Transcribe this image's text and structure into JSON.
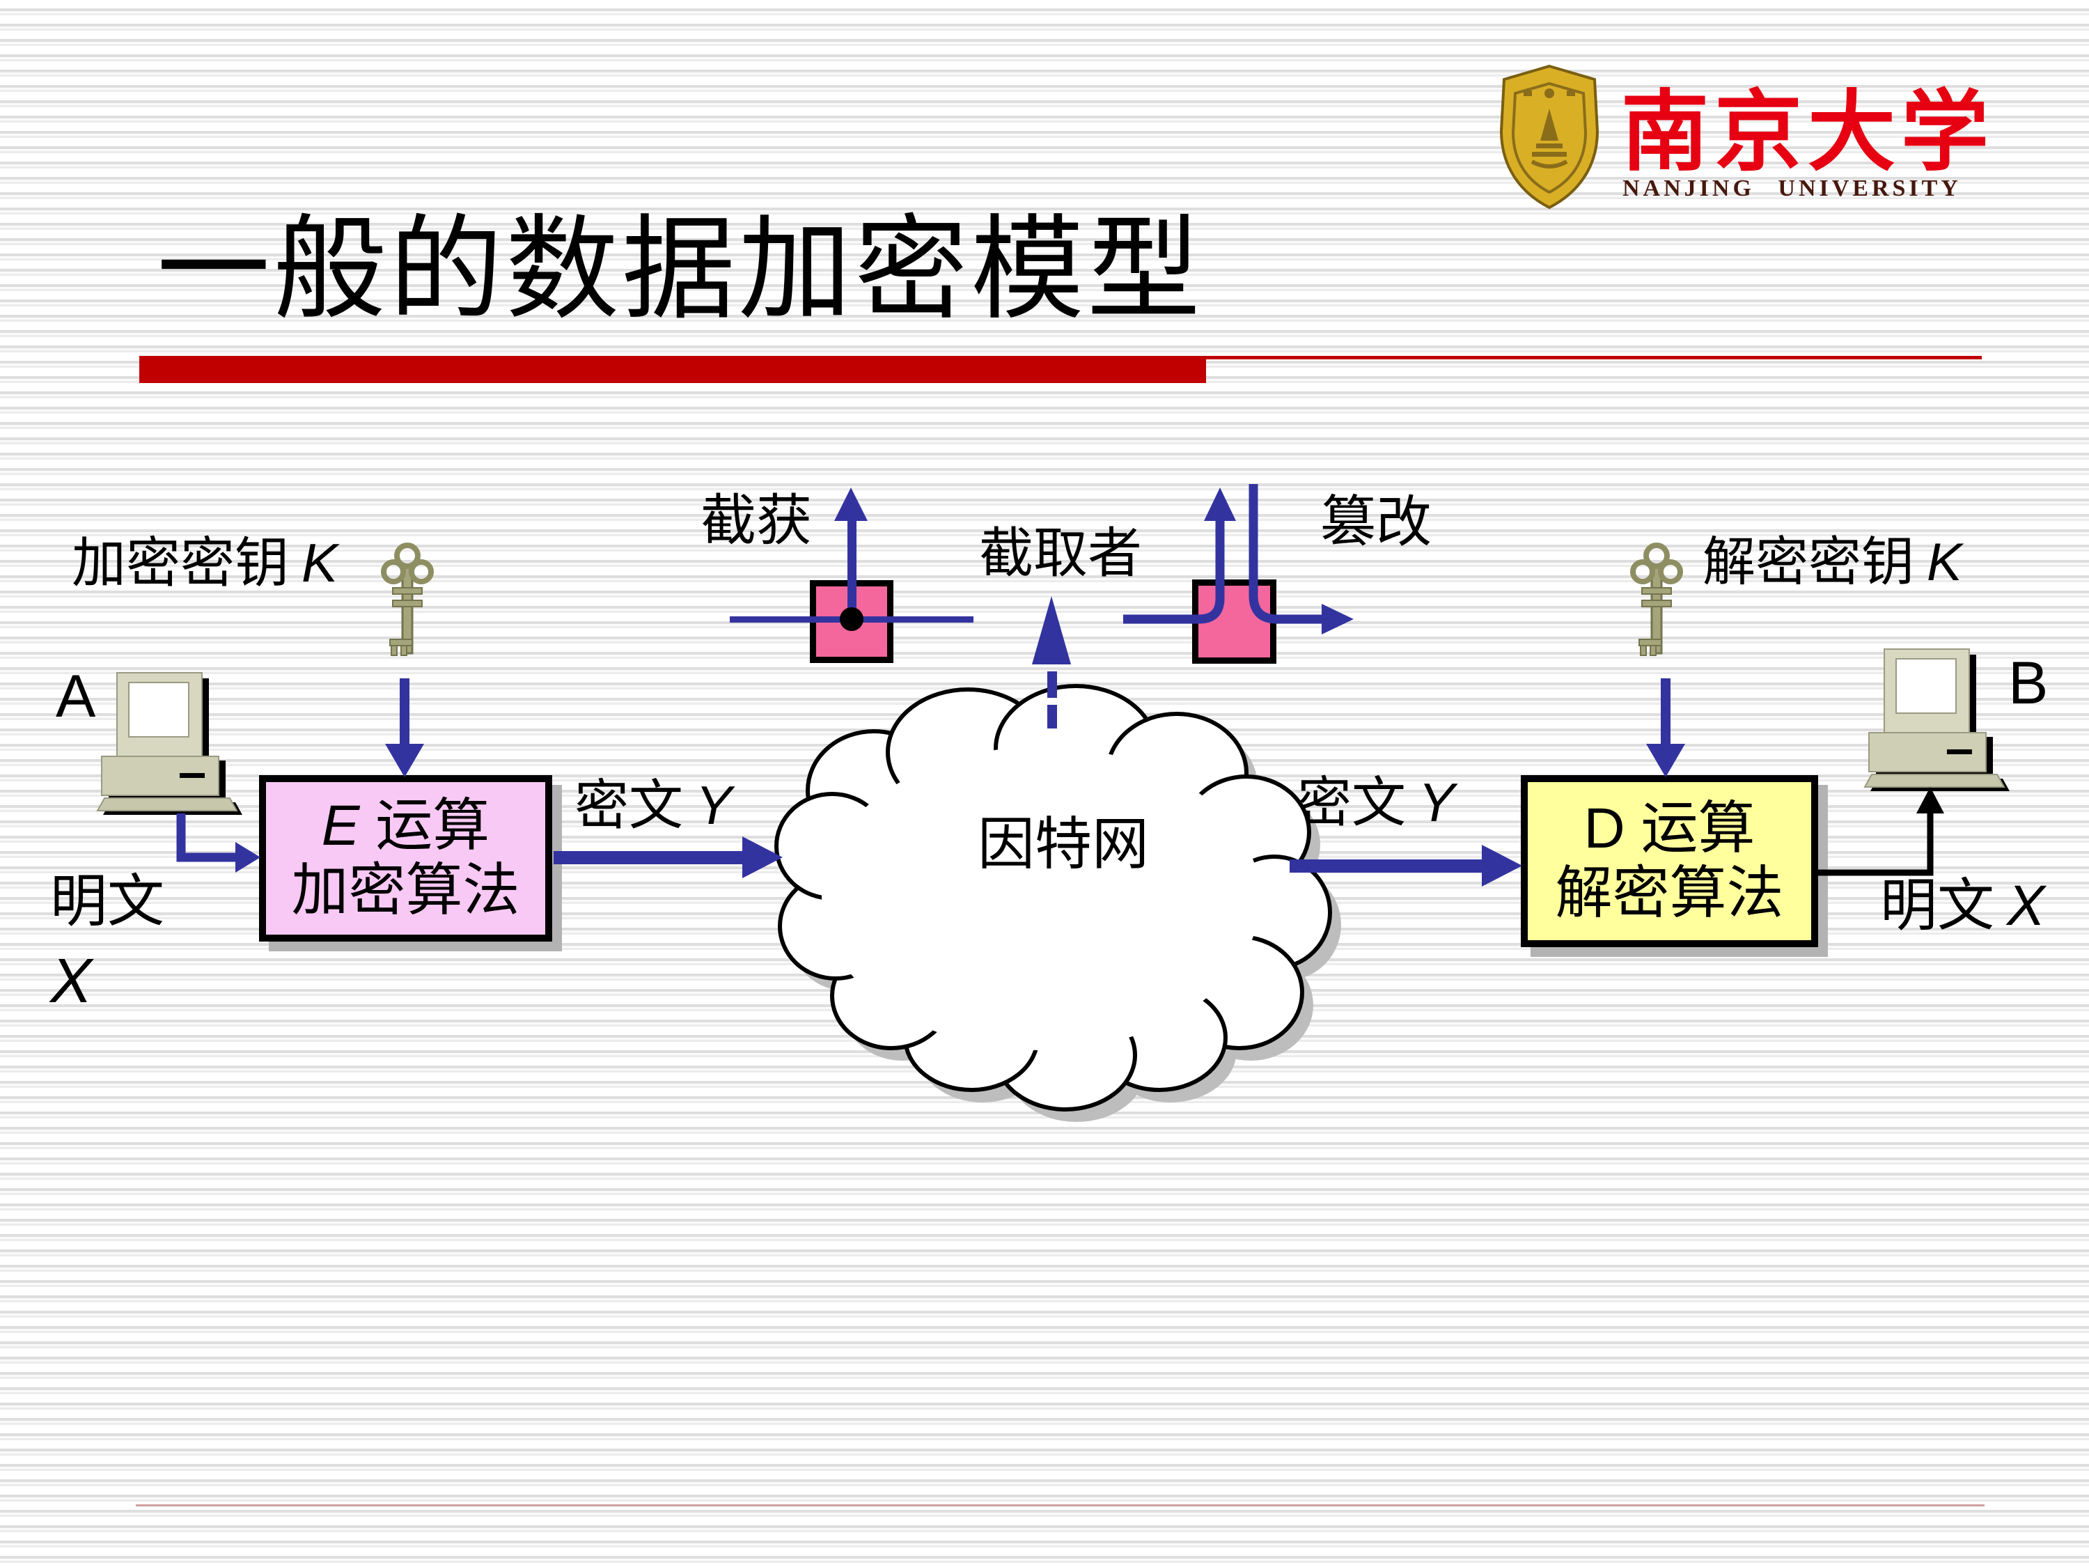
{
  "header": {
    "title": "一般的数据加密模型",
    "logo_cn": "南京大学",
    "logo_en": "NANJING UNIVERSITY"
  },
  "diagram": {
    "encrypt_key": {
      "label": "加密密钥",
      "key": "K"
    },
    "decrypt_key": {
      "label": "解密密钥",
      "key": "K"
    },
    "host_a": "A",
    "host_b": "B",
    "plaintext": {
      "label": "明文",
      "symbol": "X"
    },
    "ciphertext": {
      "label": "密文",
      "symbol": "Y"
    },
    "e_box": {
      "op": "E",
      "op_suffix": " 运算",
      "line2": "加密算法"
    },
    "d_box": {
      "op": "D",
      "op_suffix": " 运算",
      "line2": "解密算法"
    },
    "intercept_label": "截获",
    "interceptor_label": "截取者",
    "tamper_label": "篡改",
    "internet_label": "因特网"
  },
  "icons": {
    "key_icon": "old-fashioned-key",
    "computer_icon": "desktop-computer",
    "cloud_icon": "internet-cloud",
    "interceptor_node_icon": "pink-tap-box"
  },
  "colors": {
    "divider_red": "#c00000",
    "arrow_blue": "#3333a0",
    "encrypt_box_fill": "#f8c9f4",
    "decrypt_box_fill": "#ffff9d",
    "interceptor_box_fill": "#f4679c",
    "key_khaki": "#a5a57c",
    "computer_beige": "#d8d8c0",
    "logo_red": "#e60012",
    "logo_gold": "#d9af25"
  }
}
